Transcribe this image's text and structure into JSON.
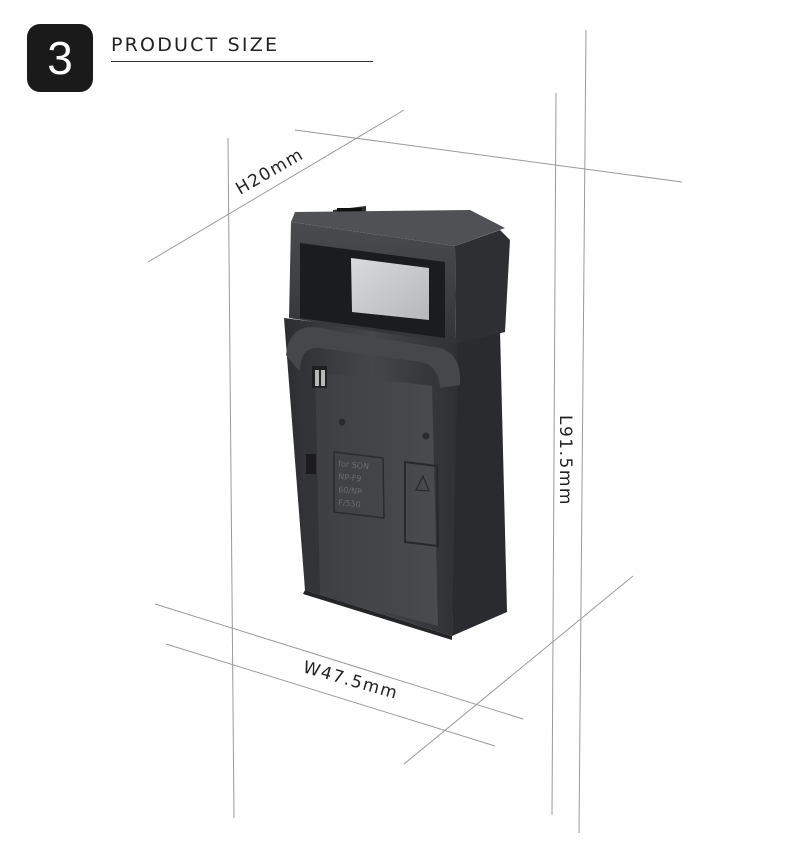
{
  "section": {
    "number": "3",
    "title": "PRODUCT SIZE"
  },
  "dimensions": {
    "height": "H20mm",
    "length": "L91.5mm",
    "width": "W47.5mm"
  },
  "product": {
    "label_text": [
      "for SON",
      "NP-F9",
      "60/NP",
      "F/550"
    ]
  },
  "colors": {
    "badge": "#1a1a1a",
    "line": "#999999",
    "device": "#3a3b3e",
    "screen": "#c9ccce"
  }
}
